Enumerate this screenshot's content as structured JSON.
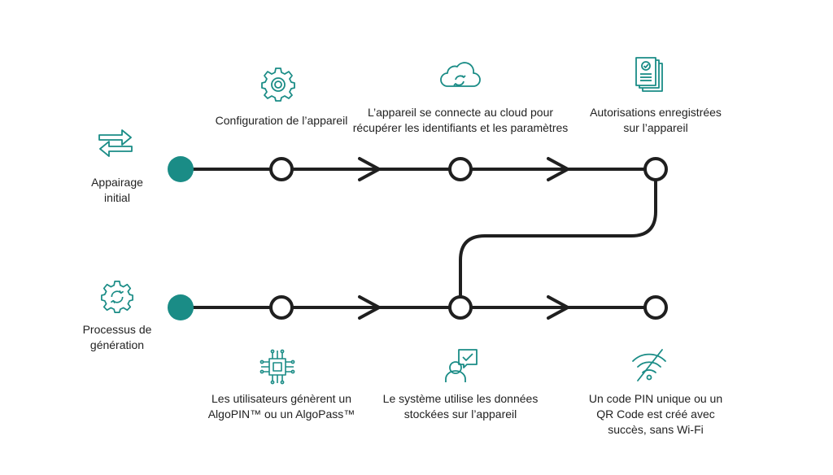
{
  "colors": {
    "accent": "#1a8c86",
    "line": "#1f1f1f",
    "text": "#222222"
  },
  "rows": {
    "top": {
      "start_label": [
        "Appairage",
        "initial"
      ],
      "steps": [
        {
          "icon": "gear-icon",
          "text": [
            "Configuration de l’appareil"
          ]
        },
        {
          "icon": "cloud-sync-icon",
          "text": [
            "L’appareil se connecte au cloud pour",
            "récupérer les identifiants et les paramètres"
          ]
        },
        {
          "icon": "documents-check-icon",
          "text": [
            "Autorisations enregistrées",
            "sur l’appareil"
          ]
        }
      ]
    },
    "bottom": {
      "start_label": [
        "Processus de",
        "génération"
      ],
      "steps": [
        {
          "icon": "chip-icon",
          "text": [
            "Les utilisateurs génèrent un",
            "AlgoPIN™ ou un AlgoPass™"
          ]
        },
        {
          "icon": "user-check-icon",
          "text": [
            "Le système utilise les données",
            "stockées sur l’appareil"
          ]
        },
        {
          "icon": "wifi-off-icon",
          "text": [
            "Un code PIN unique ou un",
            "QR Code est créé avec",
            "succès, sans Wi-Fi"
          ]
        }
      ]
    }
  }
}
